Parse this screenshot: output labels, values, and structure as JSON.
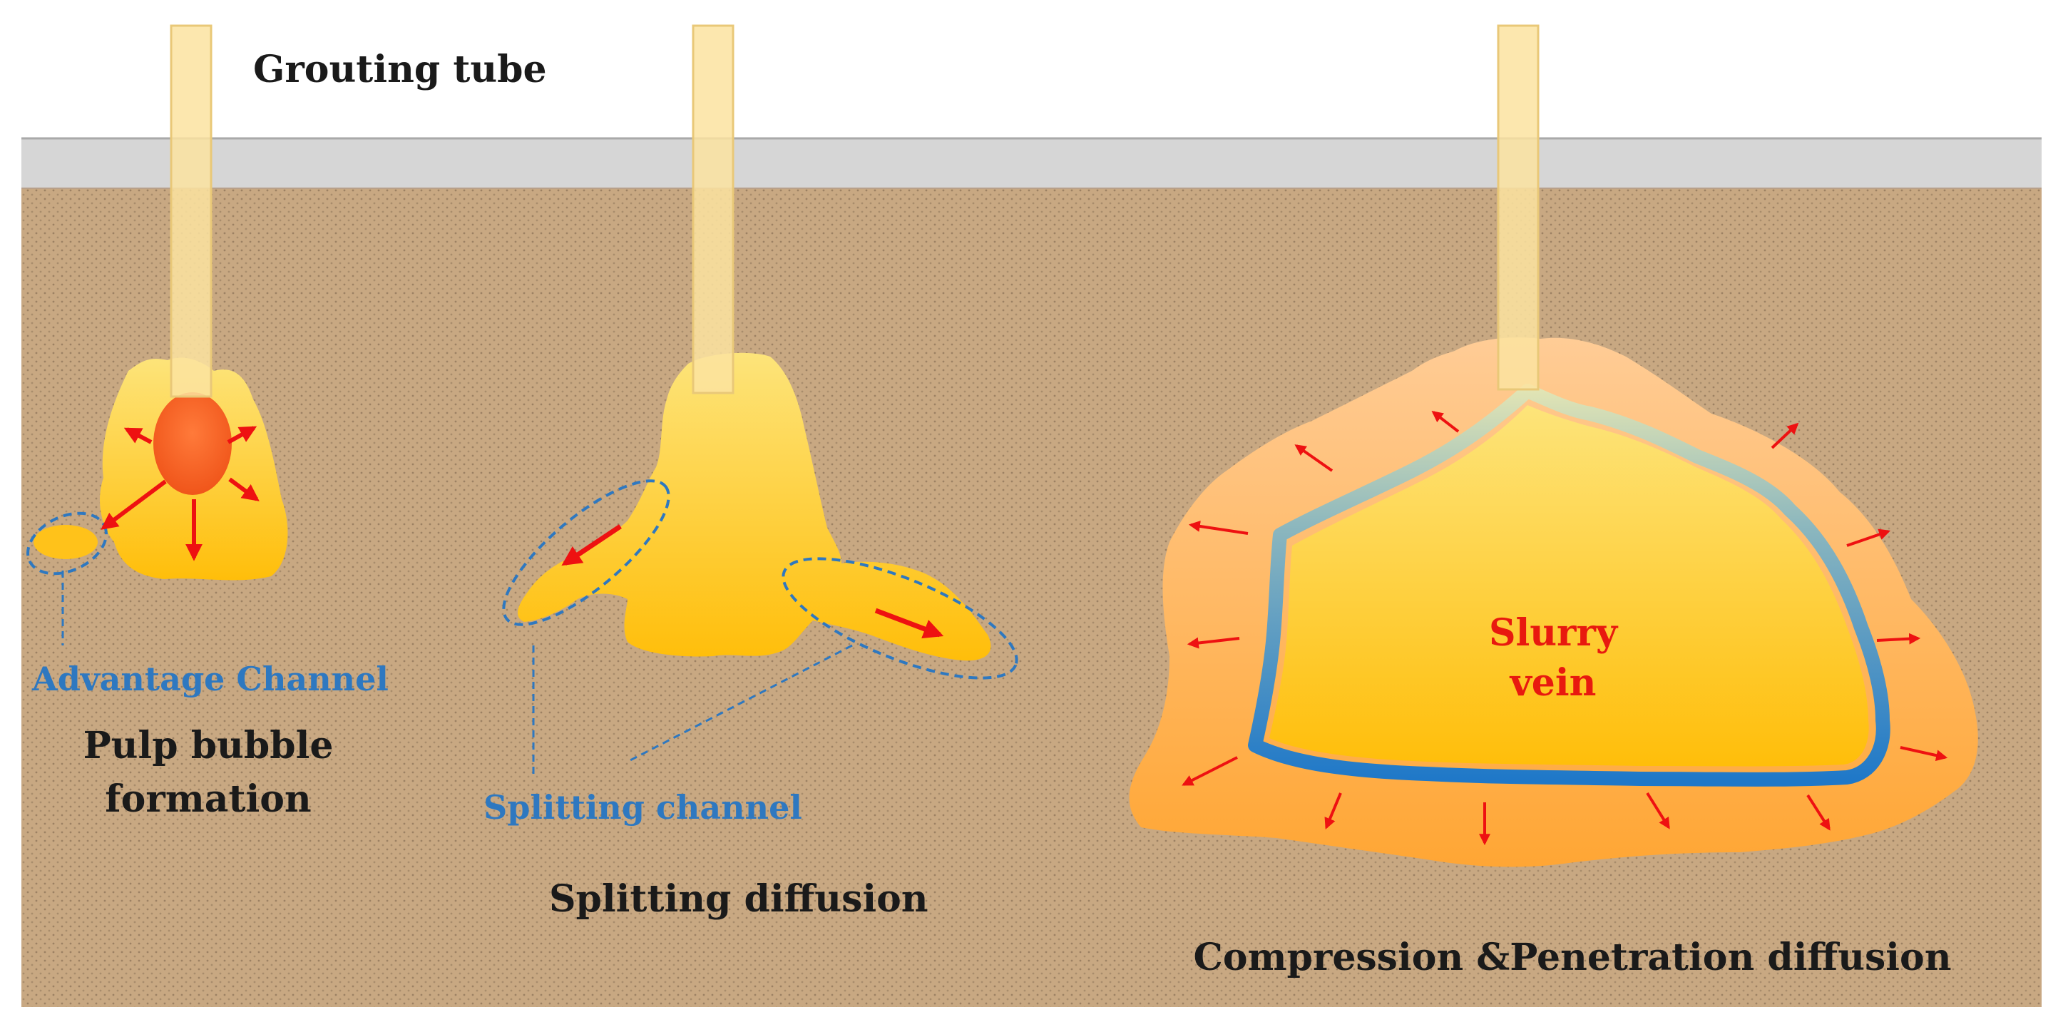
{
  "labels": {
    "grouting_tube": "Grouting tube",
    "advantage_channel": "Advantage Channel",
    "pulp_bubble_line1": "Pulp bubble",
    "pulp_bubble_line2": "formation",
    "splitting_channel": "Splitting channel",
    "splitting_diffusion": "Splitting diffusion",
    "slurry_line1": "Slurry",
    "slurry_line2": "vein",
    "compression_diffusion": "Compression &Penetration diffusion"
  },
  "colors": {
    "soil": "#c8a882",
    "soil_dot": "#9c8163",
    "surface": "#d6d6d6",
    "tube": "#fbe3a0",
    "slurry_top": "#fde47a",
    "slurry_bottom": "#ffbe0a",
    "halo_outer": "#ffc27e",
    "halo_inner": "#ffab3a",
    "bubble": "#ff6a2a",
    "arrow": "#ee1111",
    "channel": "#2e78c0",
    "vein_top": "#d9dfb0",
    "vein_bottom": "#1f78c8"
  }
}
